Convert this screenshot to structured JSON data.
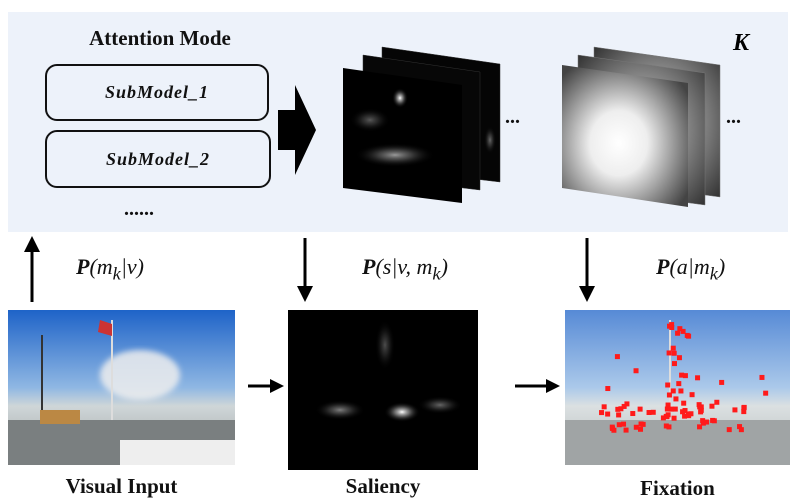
{
  "panel": {
    "title": "Attention Mode",
    "submodels": [
      "SubModel_1",
      "SubModel_2"
    ],
    "more_dots": "......",
    "ellipsis": "...",
    "k_label": "K"
  },
  "labels": {
    "p_mode": {
      "P": "P",
      "rest": "(m",
      "sub": "k",
      "tail": "|v)"
    },
    "p_saliency": {
      "P": "P",
      "rest": "(s|v, m",
      "sub": "k",
      "tail": ")"
    },
    "p_action": {
      "P": "P",
      "rest": "(a|m",
      "sub": "k",
      "tail": ")"
    }
  },
  "captions": {
    "visual_input": "Visual Input",
    "saliency": "Saliency",
    "fixation": "Fixation"
  },
  "colors": {
    "panel": "#edf2fa",
    "fixation_point": "#ff1a1a"
  }
}
